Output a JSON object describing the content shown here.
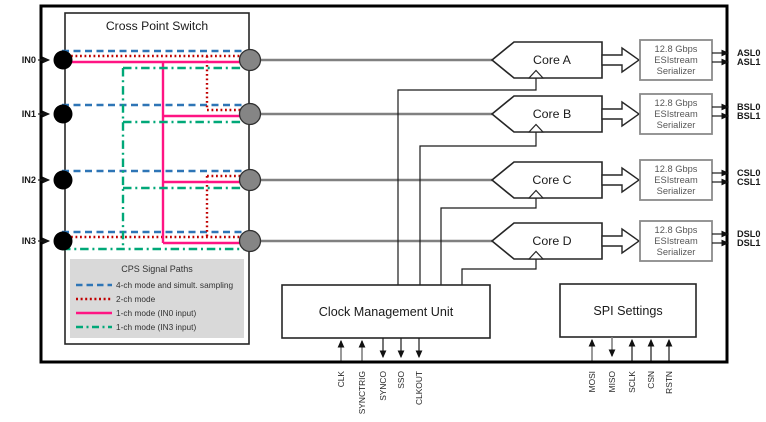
{
  "cps": {
    "title": "Cross Point Switch",
    "inputs": [
      "IN0",
      "IN1",
      "IN2",
      "IN3"
    ],
    "legend": {
      "title": "CPS Signal Paths",
      "entries": [
        {
          "label": "4-ch mode and simult. sampling",
          "color": "#2E75B6",
          "style": "dashed"
        },
        {
          "label": "2-ch mode",
          "color": "#C00000",
          "style": "dotted"
        },
        {
          "label": "1-ch mode (IN0 input)",
          "color": "#FF1483",
          "style": "solid"
        },
        {
          "label": "1-ch mode (IN3 input)",
          "color": "#00A878",
          "style": "dash-dot"
        }
      ]
    }
  },
  "channels": [
    {
      "core": "Core A",
      "serializer": [
        "12.8 Gbps",
        "ESIstream",
        "Serializer"
      ],
      "outputs": [
        "ASL0",
        "ASL1"
      ]
    },
    {
      "core": "Core B",
      "serializer": [
        "12.8 Gbps",
        "ESIstream",
        "Serializer"
      ],
      "outputs": [
        "BSL0",
        "BSL1"
      ]
    },
    {
      "core": "Core C",
      "serializer": [
        "12.8 Gbps",
        "ESIstream",
        "Serializer"
      ],
      "outputs": [
        "CSL0",
        "CSL1"
      ]
    },
    {
      "core": "Core D",
      "serializer": [
        "12.8 Gbps",
        "ESIstream",
        "Serializer"
      ],
      "outputs": [
        "DSL0",
        "DSL1"
      ]
    }
  ],
  "cmu": {
    "title": "Clock Management Unit",
    "pins": [
      "CLK",
      "SYNCTRIG",
      "SYNCO",
      "SSO",
      "CLKOUT"
    ]
  },
  "spi": {
    "title": "SPI Settings",
    "pins": [
      "MOSI",
      "MISO",
      "SCLK",
      "CSN",
      "RSTN"
    ]
  },
  "colors": {
    "bus": "#808080",
    "gray_node_fill": "#858585",
    "border": "#000000"
  }
}
